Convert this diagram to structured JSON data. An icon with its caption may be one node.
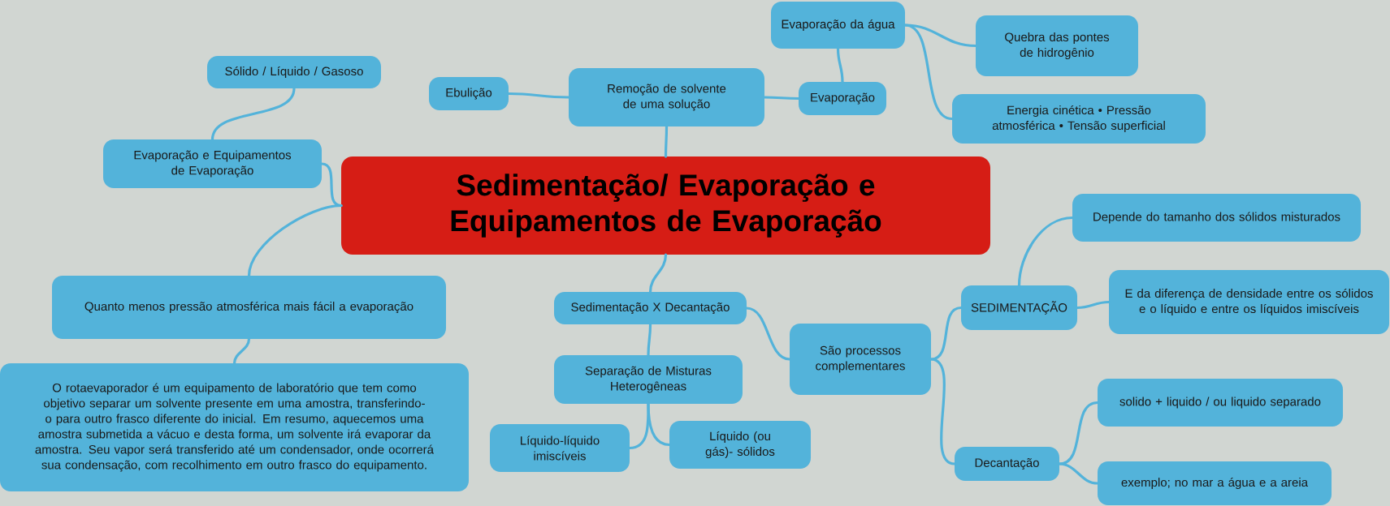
{
  "diagram": {
    "nodes": [
      {
        "text": [
          "Sedimentação/ Evaporação e Equipamentos de Evaporação"
        ]
      },
      {
        "text": [
          "Remoção de solvente de uma solução"
        ]
      },
      {
        "text": [
          "Ebulição"
        ]
      },
      {
        "text": [
          "Evaporação"
        ]
      },
      {
        "text": [
          "Evaporação da água"
        ]
      },
      {
        "text": [
          "Quebra das pontes de hidrogênio"
        ]
      },
      {
        "text": [
          "Energia cinética • Pressão atmosférica • Tensão superficial"
        ]
      },
      {
        "text": [
          "Evaporação e Equipamentos de Evaporação"
        ]
      },
      {
        "text": [
          "Sólido / Líquido / Gasoso"
        ]
      },
      {
        "text": [
          "Quanto menos pressão atmosférica mais fácil a evaporação"
        ]
      },
      {
        "text": [
          "O rotaevaporador é um equipamento de laboratório que tem como objetivo separar um solvente presente em uma amostra, transferindo-o para outro frasco diferente do inicial. Em resumo, aquecemos uma amostra submetida a vácuo e desta forma, um solvente irá evaporar da amostra. Seu vapor será transferido até um condensador, onde ocorrerá sua condensação, com recolhimento em outro frasco do equipamento."
        ]
      },
      {
        "text": [
          "Sedimentação X Decantação"
        ]
      },
      {
        "text": [
          "Separação de Misturas Heterogêneas"
        ]
      },
      {
        "text": [
          "Líquido-líquido imiscíveis"
        ]
      },
      {
        "text": [
          "Líquido (ou gás)- sólidos"
        ]
      },
      {
        "text": [
          "São processos complementares"
        ]
      },
      {
        "text": [
          "SEDIMENTAÇÃO"
        ]
      },
      {
        "text": [
          "Depende do tamanho dos sólidos misturados"
        ]
      },
      {
        "text": [
          "E da diferença de densidade entre os sólidos e o líquido e entre os líquidos imiscíveis"
        ]
      },
      {
        "text": [
          "Decantação"
        ]
      },
      {
        "text": [
          "solido + liquido / ou liquido separado"
        ]
      },
      {
        "text": [
          "exemplo; no mar a água e a areia"
        ]
      }
    ],
    "edges": [
      {
        "from": 0,
        "to": 1,
        "arrow": "none"
      },
      {
        "from": 1,
        "to": 2,
        "arrow": "none"
      },
      {
        "from": 1,
        "to": 3,
        "arrow": "none"
      },
      {
        "from": 3,
        "to": 4,
        "arrow": "none"
      },
      {
        "from": 4,
        "to": 5,
        "arrow": "none"
      },
      {
        "from": 4,
        "to": 6,
        "arrow": "none"
      },
      {
        "from": 0,
        "to": 7,
        "arrow": "none"
      },
      {
        "from": 7,
        "to": 8,
        "arrow": "none"
      },
      {
        "from": 0,
        "to": 9,
        "arrow": "none"
      },
      {
        "from": 9,
        "to": 10,
        "arrow": "none"
      },
      {
        "from": 0,
        "to": 11,
        "arrow": "none"
      },
      {
        "from": 11,
        "to": 12,
        "arrow": "none"
      },
      {
        "from": 12,
        "to": 13,
        "arrow": "none"
      },
      {
        "from": 12,
        "to": 14,
        "arrow": "none"
      },
      {
        "from": 11,
        "to": 15,
        "arrow": "none"
      },
      {
        "from": 15,
        "to": 16,
        "arrow": "none"
      },
      {
        "from": 16,
        "to": 17,
        "arrow": "none"
      },
      {
        "from": 16,
        "to": 18,
        "arrow": "none"
      },
      {
        "from": 15,
        "to": 19,
        "arrow": "none"
      },
      {
        "from": 19,
        "to": 20,
        "arrow": "none"
      },
      {
        "from": 19,
        "to": 21,
        "arrow": "none"
      }
    ]
  }
}
